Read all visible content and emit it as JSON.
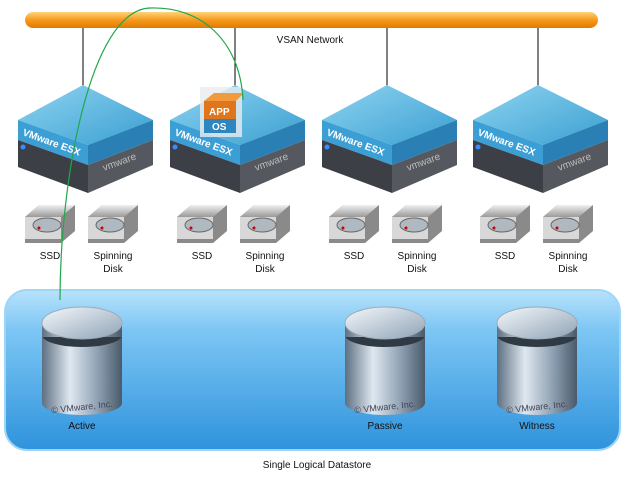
{
  "network": {
    "label": "VSAN Network",
    "color": "#f59a1c"
  },
  "hosts": [
    {
      "brand": "VMware ESX",
      "logo": "vmware",
      "has_vm": false,
      "disks": [
        "SSD",
        "Spinning Disk"
      ]
    },
    {
      "brand": "VMware ESX",
      "logo": "vmware",
      "has_vm": true,
      "vm": {
        "app": "APP",
        "os": "OS"
      },
      "disks": [
        "SSD",
        "Spinning Disk"
      ]
    },
    {
      "brand": "VMware ESX",
      "logo": "vmware",
      "has_vm": false,
      "disks": [
        "SSD",
        "Spinning Disk"
      ]
    },
    {
      "brand": "VMware ESX",
      "logo": "vmware",
      "has_vm": false,
      "disks": [
        "SSD",
        "Spinning Disk"
      ]
    }
  ],
  "datastore": {
    "label": "Single Logical Datastore",
    "color": "#4aa8e8",
    "components": [
      {
        "label": "Active",
        "copyright": "© VMware, Inc."
      },
      {
        "label": "Passive",
        "copyright": "© VMware, Inc."
      },
      {
        "label": "Witness",
        "copyright": "© VMware, Inc."
      }
    ]
  },
  "link_color": "#1fa84a"
}
